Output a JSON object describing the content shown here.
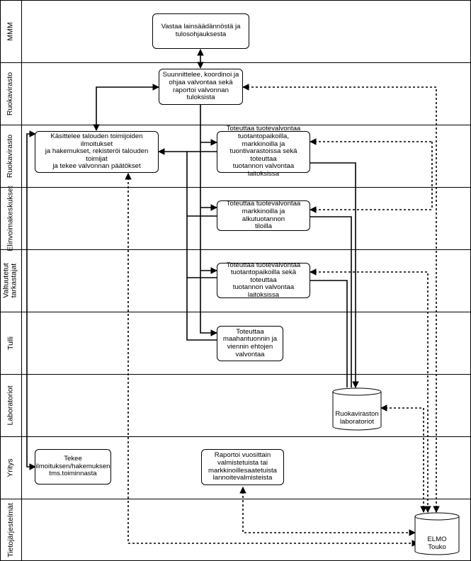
{
  "lanes": [
    {
      "label": "MMM"
    },
    {
      "label": "Ruokavirasto"
    },
    {
      "label": "Ruokavirasto"
    },
    {
      "label": "Elinvoimakeskukset"
    },
    {
      "label": "Valtuutetut\ntarkastajat"
    },
    {
      "label": "Tulli"
    },
    {
      "label": "Laboratoriot"
    },
    {
      "label": "Yritys"
    },
    {
      "label": "Tietojärjestelmät"
    }
  ],
  "boxes": {
    "mmm": "Vastaa lainsäädännöstä ja\ntulosohjauksesta",
    "plan": "Suunnittelee, koordinoi ja\nohjaa valvontaa sekä\nraportoi valvonnan\ntuloksista",
    "handle": "Käsittelee talouden toimijoiden ilmoitukset\nja hakemukset, rekisteröi talouden toimijat\nja tekee valvonnan päätökset",
    "impl_rv": "Toteuttaa tuotevalvontaa\ntuotantopaikoilla, markkinoilla ja\ntuontivarastoissa sekä toteuttaa\ntuotannon valvontaa laitoksissa",
    "impl_ely": "Toteuttaa tuotevalvontaa\nmarkkinoilla ja alkutuotannon\ntiloilla",
    "impl_vt": "Toteuttaa tuotevalvontaa\ntuotantopaikoilla sekä toteuttaa\ntuotannon valvontaa laitoksissa",
    "tulli": "Toteuttaa\nmaahantuonnin ja\nviennin ehtojen\nvalvontaa",
    "yritys_notify": "Tekee\nilmoituksen/hakemuksen\ntms.toiminnasta",
    "yritys_report": "Raportoi vuosittain\nvalmistetuista tai\nmarkkinoillesaatetuista\nlannoitevalmisteista"
  },
  "databases": {
    "lab": "Ruokaviraston\nlaboratoriot",
    "elmo": "ELMO\nTouko"
  }
}
